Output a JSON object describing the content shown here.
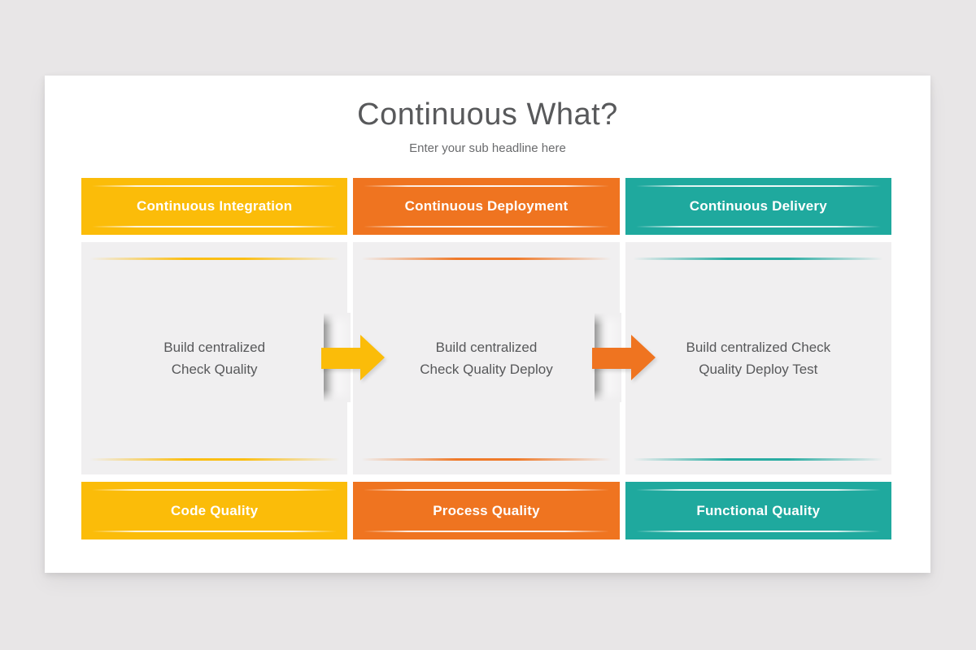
{
  "title": "Continuous What?",
  "subtitle": "Enter your sub headline here",
  "columns": [
    {
      "header": "Continuous Integration",
      "body_lines": [
        "Build centralized",
        "Check Quality"
      ],
      "footer": "Code Quality",
      "color_name": "yellow"
    },
    {
      "header": "Continuous Deployment",
      "body_lines": [
        "Build centralized",
        "Check Quality Deploy"
      ],
      "footer": "Process Quality",
      "color_name": "orange"
    },
    {
      "header": "Continuous Delivery",
      "body_lines": [
        "Build centralized Check",
        "Quality Deploy Test"
      ],
      "footer": "Functional Quality",
      "color_name": "teal"
    }
  ],
  "arrows": [
    {
      "between": "Continuous Integration to Continuous Deployment",
      "color_name": "yellow"
    },
    {
      "between": "Continuous Deployment to Continuous Delivery",
      "color_name": "orange"
    }
  ],
  "colors": {
    "yellow": "#FBBC09",
    "orange": "#EF7420",
    "teal": "#1FA99E",
    "page_bg": "#E8E6E7",
    "card_bg": "#FFFFFF",
    "panel_bg": "#F0EFF0",
    "title_text": "#58595B",
    "subtitle_text": "#6A6B6D",
    "body_text": "#57585A",
    "bar_text": "#FFFFFF"
  }
}
